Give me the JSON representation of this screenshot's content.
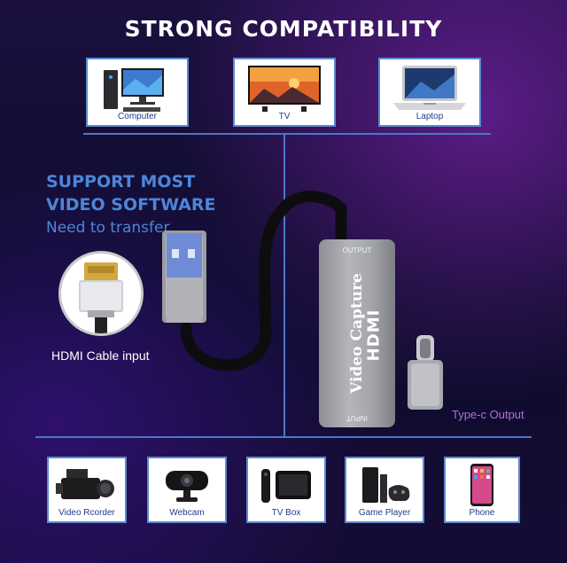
{
  "headline": "STRONG COMPATIBILITY",
  "top_devices": [
    {
      "label": "Computer",
      "icon": "computer-icon"
    },
    {
      "label": "TV",
      "icon": "tv-icon"
    },
    {
      "label": "Laptop",
      "icon": "laptop-icon"
    }
  ],
  "support": {
    "line1": "SUPPORT MOST",
    "line2": "VIDEO SOFTWARE",
    "line3": "Need to transfer"
  },
  "device": {
    "output_label": "OUTPUT",
    "input_label": "INPUT",
    "name": "Video Capture",
    "brand": "HDMI"
  },
  "hdmi_cable_label": "HDMI Cable input",
  "typec_label": "Type-c Output",
  "bottom_devices": [
    {
      "label": "Video Rcorder",
      "icon": "video-recorder-icon"
    },
    {
      "label": "Webcam",
      "icon": "webcam-icon"
    },
    {
      "label": "TV Box",
      "icon": "tv-box-icon"
    },
    {
      "label": "Game Player",
      "icon": "game-player-icon"
    },
    {
      "label": "Phone",
      "icon": "phone-icon"
    }
  ],
  "colors": {
    "line_blue": "#4a78c8",
    "support_blue": "#4d86d8",
    "typec_purple": "#b071d8"
  }
}
